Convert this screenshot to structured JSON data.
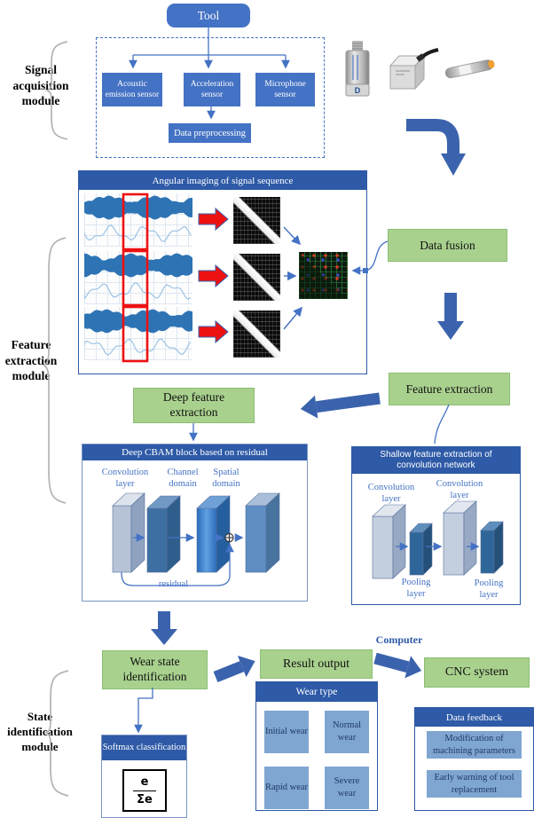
{
  "figure": {
    "tool": "Tool",
    "modules": {
      "signal_acquisition": "Signal acquisition module",
      "feature_extraction": "Feature extraction module",
      "state_identification": "State identification module"
    },
    "acquisition": {
      "sensors": [
        "Acoustic emission sensor",
        "Acceleration sensor",
        "Microphone sensor"
      ],
      "preprocessing": "Data preprocessing"
    },
    "angular_imaging_title": "Angular imaging of signal sequence",
    "data_fusion": "Data fusion",
    "feature_extraction": "Feature extraction",
    "deep_feature_extraction": "Deep feature extraction",
    "cbam": {
      "title": "Deep CBAM block based on residual",
      "convolution": "Convolution layer",
      "channel": "Channel domain",
      "spatial": "Spatial domain",
      "residual": "residual"
    },
    "shallow": {
      "title": "Shallow feature extraction of convolution network",
      "convolution1": "Convolution layer",
      "convolution2": "Convolution layer",
      "pooling1": "Pooling layer",
      "pooling2": "Pooling layer"
    },
    "wear_state": "Wear state identification",
    "result_output": "Result output",
    "computer": "Computer",
    "cnc": "CNC system",
    "softmax": {
      "title": "Softmax classification",
      "numerator": "e",
      "denominator": "Σe"
    },
    "wear_type": {
      "title": "Wear type",
      "items": [
        "Initial wear",
        "Normal wear",
        "Rapid wear",
        "Severe wear"
      ]
    },
    "data_feedback": {
      "title": "Data feedback",
      "items": [
        "Modification of machining parameters",
        "Early warning of tool replacement"
      ]
    },
    "colors": {
      "box_blue": "#4472C4",
      "header_blue": "#2E5AA7",
      "green": "#A9D18E",
      "tile_blue": "#7FA6D1",
      "arrow_blue": "#3B63AD",
      "red": "#ED1111"
    }
  }
}
